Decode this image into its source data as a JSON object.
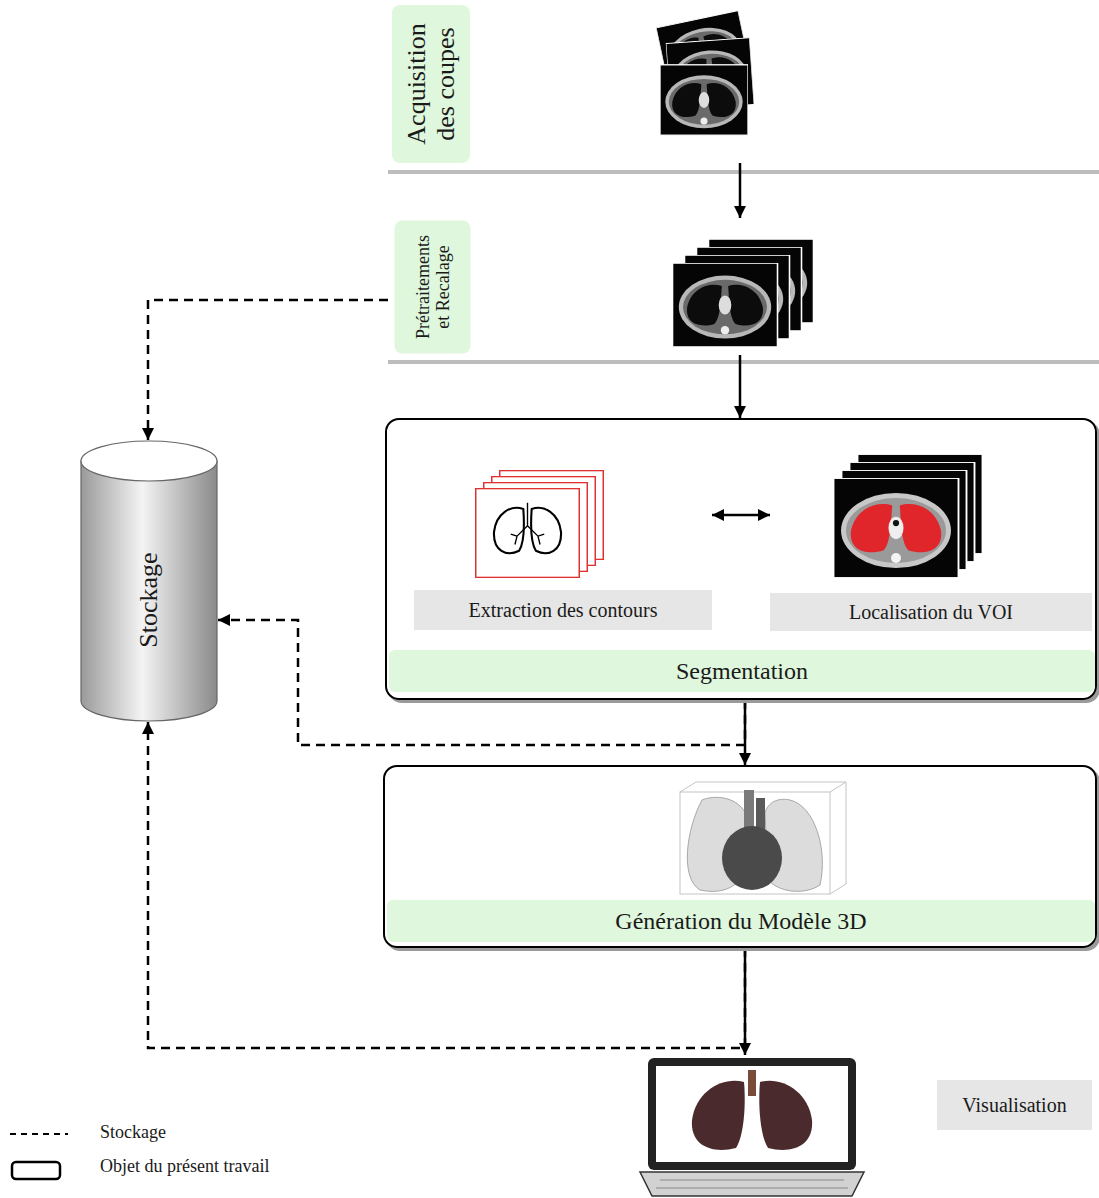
{
  "diagram": {
    "nodes": [
      {
        "text": [
          "Acquisition des coupes"
        ]
      },
      {
        "text": [
          "Prétraitements et Recalage"
        ]
      },
      {
        "text": [
          "Stockage"
        ]
      },
      {
        "text": [
          "Segmentation"
        ]
      },
      {
        "text": [
          "Extraction des contours"
        ],
        "in": 3
      },
      {
        "text": [
          "Localisation du VOI"
        ],
        "in": 3
      },
      {
        "text": [
          "Génération du Modèle 3D"
        ]
      },
      {
        "text": [
          "Visualisation"
        ]
      }
    ],
    "edges": [
      {
        "from": 0,
        "to": 1,
        "arrow": "to"
      },
      {
        "from": 1,
        "to": 3,
        "arrow": "to"
      },
      {
        "from": 4,
        "to": 5,
        "arrow": "both"
      },
      {
        "from": 3,
        "to": 6,
        "arrow": "to"
      },
      {
        "from": 6,
        "to": 7,
        "arrow": "to"
      },
      {
        "from": 1,
        "to": 2,
        "arrow": "to"
      },
      {
        "from": 3,
        "to": 2,
        "arrow": "to"
      },
      {
        "from": 6,
        "to": 2,
        "arrow": "to"
      }
    ],
    "legend": [
      {
        "text": "Stockage"
      },
      {
        "text": "Objet du présent travail"
      }
    ]
  }
}
